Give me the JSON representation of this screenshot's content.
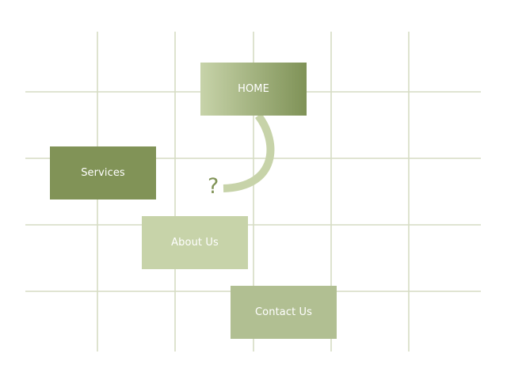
{
  "nav": {
    "home": "HOME",
    "services": "Services",
    "about": "About Us",
    "contact": "Contact Us"
  },
  "question": "?",
  "colors": {
    "grid": "#d6dcc3",
    "home_gradient_start": "#c7d3a9",
    "home_gradient_end": "#7f9257",
    "services": "#819357",
    "about": "#c7d3a9",
    "contact": "#b1bf92",
    "connector": "#c7d3a9",
    "question": "#819357"
  }
}
